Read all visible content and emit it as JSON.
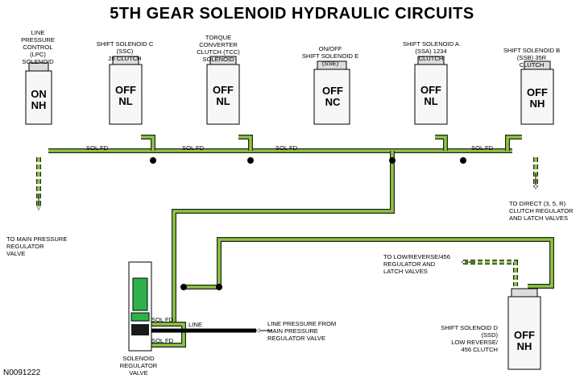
{
  "title": "5TH GEAR SOLENOID HYDRAULIC CIRCUITS",
  "doc_id": "N0091222",
  "colors": {
    "fluid": "#8dc63f",
    "pipe_outline": "#1a1a1a",
    "valve_green": "#2db34a",
    "line_black": "#000000"
  },
  "solenoids": [
    {
      "label": "LINE\nPRESSURE\nCONTROL\n(LPC)\nSOLENOID",
      "state": "ON",
      "type": "NH"
    },
    {
      "label": "SHIFT SOLENOID C\n(SSC)\n26 CLUTCH",
      "state": "OFF",
      "type": "NL"
    },
    {
      "label": "TORQUE\nCONVERTER\nCLUTCH (TCC)\nSOLENOID",
      "state": "OFF",
      "type": "NL"
    },
    {
      "label": "ON/OFF\nSHIFT SOLENOID E\n(SSE)",
      "state": "OFF",
      "type": "NC"
    },
    {
      "label": "SHIFT SOLENOID A\n(SSA) 1234\nCLUTCH",
      "state": "OFF",
      "type": "NL"
    },
    {
      "label": "SHIFT SOLENOID B\n(SSB) 35R\nCLUTCH",
      "state": "OFF",
      "type": "NH"
    },
    {
      "label": "SHIFT SOLENOID D\n(SSD)\nLOW REVERSE/\n456 CLUTCH",
      "state": "OFF",
      "type": "NH"
    }
  ],
  "line_labels": {
    "sol_fd": "SOL FD",
    "line": "LINE"
  },
  "annotations": {
    "to_main_pressure": "TO MAIN PRESSURE\nREGULATOR\nVALVE",
    "to_direct": "TO DIRECT (3, 5, R)\nCLUTCH REGULATOR\nAND LATCH VALVES",
    "to_low_reverse": "TO LOW/REVERSE/456\nREGULATOR AND\nLATCH VALVES",
    "line_pressure_from": "LINE PRESSURE FROM\nMAIN PRESSURE\nREGULATOR VALVE",
    "solenoid_regulator_valve": "SOLENOID\nREGULATOR\nVALVE"
  }
}
